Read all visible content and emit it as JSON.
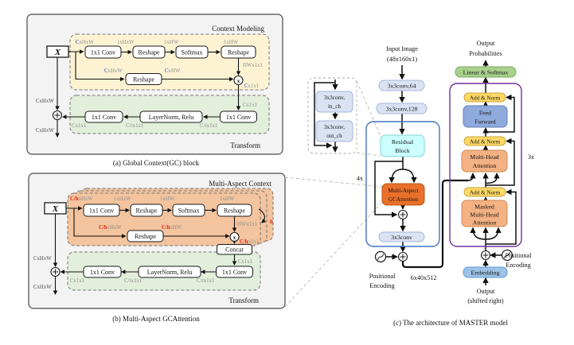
{
  "figure_title": "MASTER model architecture figure",
  "colors": {
    "panel_bg": "#f3f3f4",
    "yellow_region": "#fdf3d2",
    "green_region": "#e2efda",
    "orange_region": "#f3c49e",
    "conv_box": "#dae3f3",
    "residual_box": "#ccffff",
    "gca_box": "#e8702a",
    "add_norm_box": "#ffd966",
    "feed_forward_box": "#8faadc",
    "attention_box": "#f4b183",
    "embedding_box": "#9dc3e6",
    "linear_softmax_box": "#a9d18e",
    "encoder_border": "#4472c4",
    "decoder_border": "#7030a0",
    "dim_blue": "#3a35d1",
    "dim_red": "#e42313",
    "dim_gray": "#8f8f8f"
  },
  "panel_a": {
    "caption": "(a) Global Context(GC) block",
    "region_top": "Context Modeling",
    "region_bottom": "Transform",
    "x_label": "X",
    "mul": "x",
    "blocks": {
      "conv1": "1x1 Conv",
      "reshape1": "Reshape",
      "softmax": "Softmax",
      "reshape2": "Reshape",
      "reshape3": "Reshape",
      "conv2": "1x1 Conv",
      "layernorm": "LayerNorm, Relu",
      "conv3": "1x1 Conv"
    },
    "dims": {
      "in_c": "C",
      "in_tail": "xHxW",
      "top1": "1xHxW",
      "top2": "1xHW",
      "top3": "1xHW",
      "attn": "HWx1x1",
      "mid_c": "C",
      "mid_tail": "xHxW",
      "mid2_c": "C",
      "mid2_tail": "xHW",
      "out_c": "C",
      "out_tail": "x1x1",
      "tin": "Cx1x1",
      "g1": "Cx1x1",
      "g2": "C/rx1x1",
      "g3": "C/rx1x1",
      "left_top": "CxHxW",
      "left_bot": "CxHxW"
    }
  },
  "panel_b": {
    "caption": "(b) Multi-Aspect GCAttention",
    "region_top": "Multi-Aspect Context",
    "region_bottom": "Transform",
    "x_label": "X",
    "mul": "x",
    "heads": "h",
    "blocks": {
      "conv1": "1x1 Conv",
      "reshape1": "Reshape",
      "softmax": "Softmax",
      "reshape2": "Reshape",
      "reshape3": "Reshape",
      "concat": "Concat",
      "conv2": "1x1 Conv",
      "layernorm": "LayerNorm, Relu",
      "conv3": "1x1 Conv"
    },
    "dims": {
      "in_c": "C/h",
      "in_tail": "xHxW",
      "top1": "1xHxW",
      "top2": "1xHW",
      "top3": "1xHW",
      "attn": "HWx1x1",
      "mid_c": "C/h",
      "mid_tail": "xHxW",
      "mid2_c": "C/h",
      "mid2_tail": "xHW",
      "out_c": "C/h",
      "out_tail": "x1x1",
      "concat_out": "Cx1x1",
      "g1": "Cx1x1",
      "g2": "C/rx1x1",
      "g3": "C/rx1x1",
      "left_top": "CxHxW",
      "left_bot": "CxHxW"
    }
  },
  "panel_c": {
    "caption": "(c) The architecture of MASTER model",
    "input_line1": "Input Image",
    "input_line2": "(48x160x1)",
    "conv64": "3x3conv,64",
    "conv128": "3x3conv,128",
    "residual_line1": "Residual",
    "residual_line2": "Block",
    "inset_box1_line1": "3x3conv,",
    "inset_box1_line2": "in_ch",
    "inset_box2_line1": "3x3conv,",
    "inset_box2_line2": "out_ch",
    "encoder_repeat": "4x",
    "gca_line1": "Multi-Aspect",
    "gca_line2": "GCAttention",
    "conv_out": "3x3conv",
    "pos_enc_left_line1": "Positional",
    "pos_enc_left_line2": "Encoding",
    "feature_size": "6x40x512",
    "output_prob_line1": "Output",
    "output_prob_line2": "Probabilities",
    "linear_softmax": "Linear & Softmax",
    "add_norm_1": "Add & Norm",
    "add_norm_2": "Add & Norm",
    "add_norm_3": "Add & Norm",
    "ff_line1": "Feed",
    "ff_line2": "Forward",
    "mha_line1": "Multi-Head",
    "mha_line2": "Attention",
    "decoder_repeat": "3x",
    "mmha_line1": "Masked",
    "mmha_line2": "Multi-Head",
    "mmha_line3": "Attention",
    "pos_enc_right_line1": "Positional",
    "pos_enc_right_line2": "Encoding",
    "embedding": "Embedding",
    "output_line1": "Output",
    "output_line2": "(shifted right)"
  }
}
